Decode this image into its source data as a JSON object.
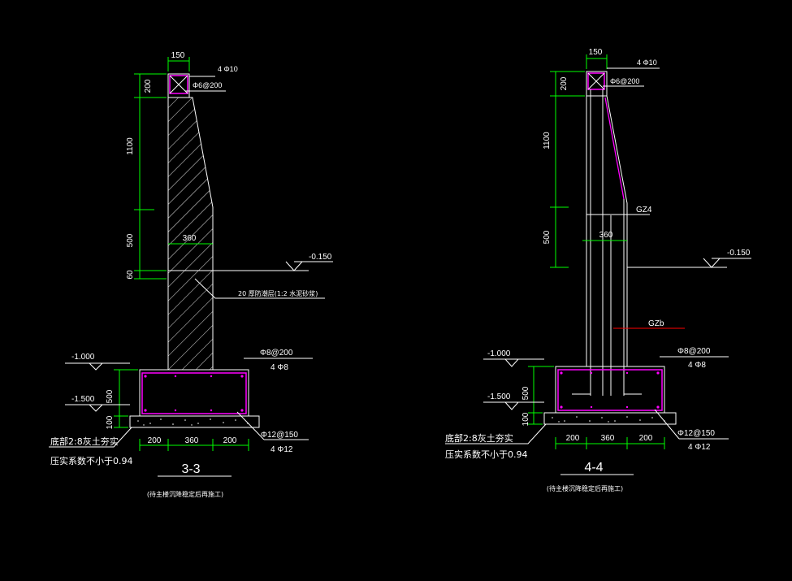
{
  "colors": {
    "background": "#000000",
    "outline": "#ffffff",
    "rebar": "#ff00ff",
    "dimension": "#00ff00",
    "leader": "#00ff00",
    "gz_marker": "#ff0000"
  },
  "sections": [
    {
      "dims": {
        "top_width": "150",
        "cap_height": "200",
        "upper_height": "1100",
        "mid_height": "500",
        "bottom_offset": "60",
        "wall_width": "360",
        "footing_height": "500",
        "base_thickness": "100",
        "foot_left": "200",
        "foot_mid": "360",
        "foot_right": "200"
      },
      "labels": {
        "top_rebar": "4 Φ10",
        "stirrup": "Φ6@200",
        "level_ground": "-0.150",
        "damp_course": "20 厚防潮层(1:2 水泥砂浆)",
        "level_1": "-1.000",
        "level_2": "-1.500",
        "foot_stirrup": "Φ8@200",
        "foot_rebar": "4 Φ8",
        "base_rebar": "Φ12@150",
        "base_rebar_2": "4 Φ12",
        "base_note_1": "底部2:8灰土夯实",
        "base_note_2": "压实系数不小于0.94",
        "title": "3-3",
        "subtitle": "(待主楼沉降稳定后再施工)"
      }
    },
    {
      "dims": {
        "top_width": "150",
        "cap_height": "200",
        "upper_height": "1100",
        "mid_height": "500",
        "wall_width": "360",
        "footing_height": "500",
        "base_thickness": "100",
        "foot_left": "200",
        "foot_mid": "360",
        "foot_right": "200"
      },
      "labels": {
        "top_rebar": "4 Φ10",
        "stirrup": "Φ6@200",
        "gz_upper": "GZ4",
        "level_ground": "-0.150",
        "gz_lower": "GZb",
        "level_1": "-1.000",
        "level_2": "-1.500",
        "foot_stirrup": "Φ8@200",
        "foot_rebar": "4 Φ8",
        "base_rebar": "Φ12@150",
        "base_rebar_2": "4 Φ12",
        "base_note_1": "底部2:8灰土夯实",
        "base_note_2": "压实系数不小于0.94",
        "title": "4-4",
        "subtitle": "(待主楼沉降稳定后再施工)"
      }
    }
  ]
}
